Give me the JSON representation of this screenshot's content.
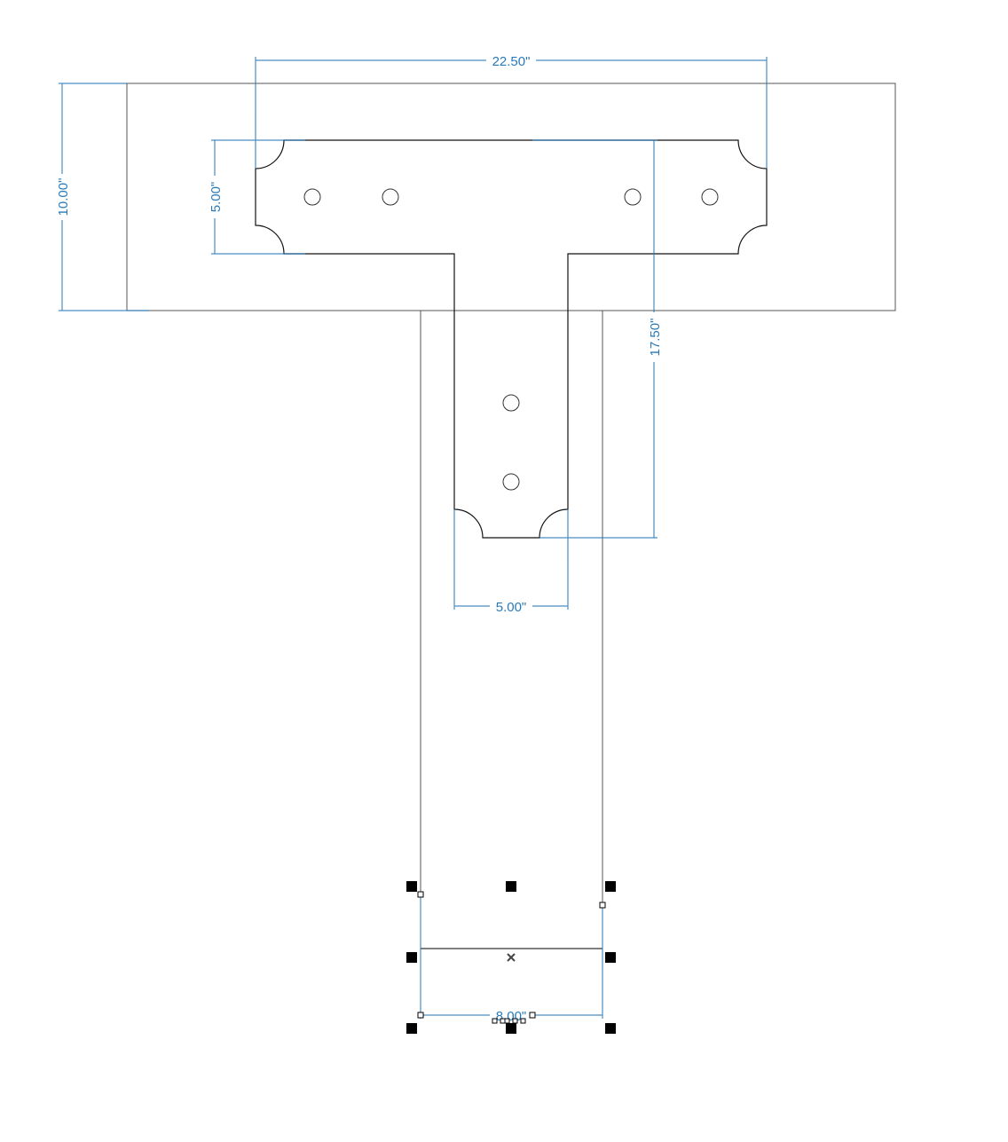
{
  "drawing": {
    "dimensions": {
      "top_width": "22.50\"",
      "outer_height": "10.00\"",
      "flange_height": "5.00\"",
      "overall_height": "17.50\"",
      "stem_width": "5.00\"",
      "selected_width": "8.00\""
    },
    "colors": {
      "outline": "#222222",
      "dimension": "#2a7ab8",
      "handle": "#000000"
    }
  }
}
